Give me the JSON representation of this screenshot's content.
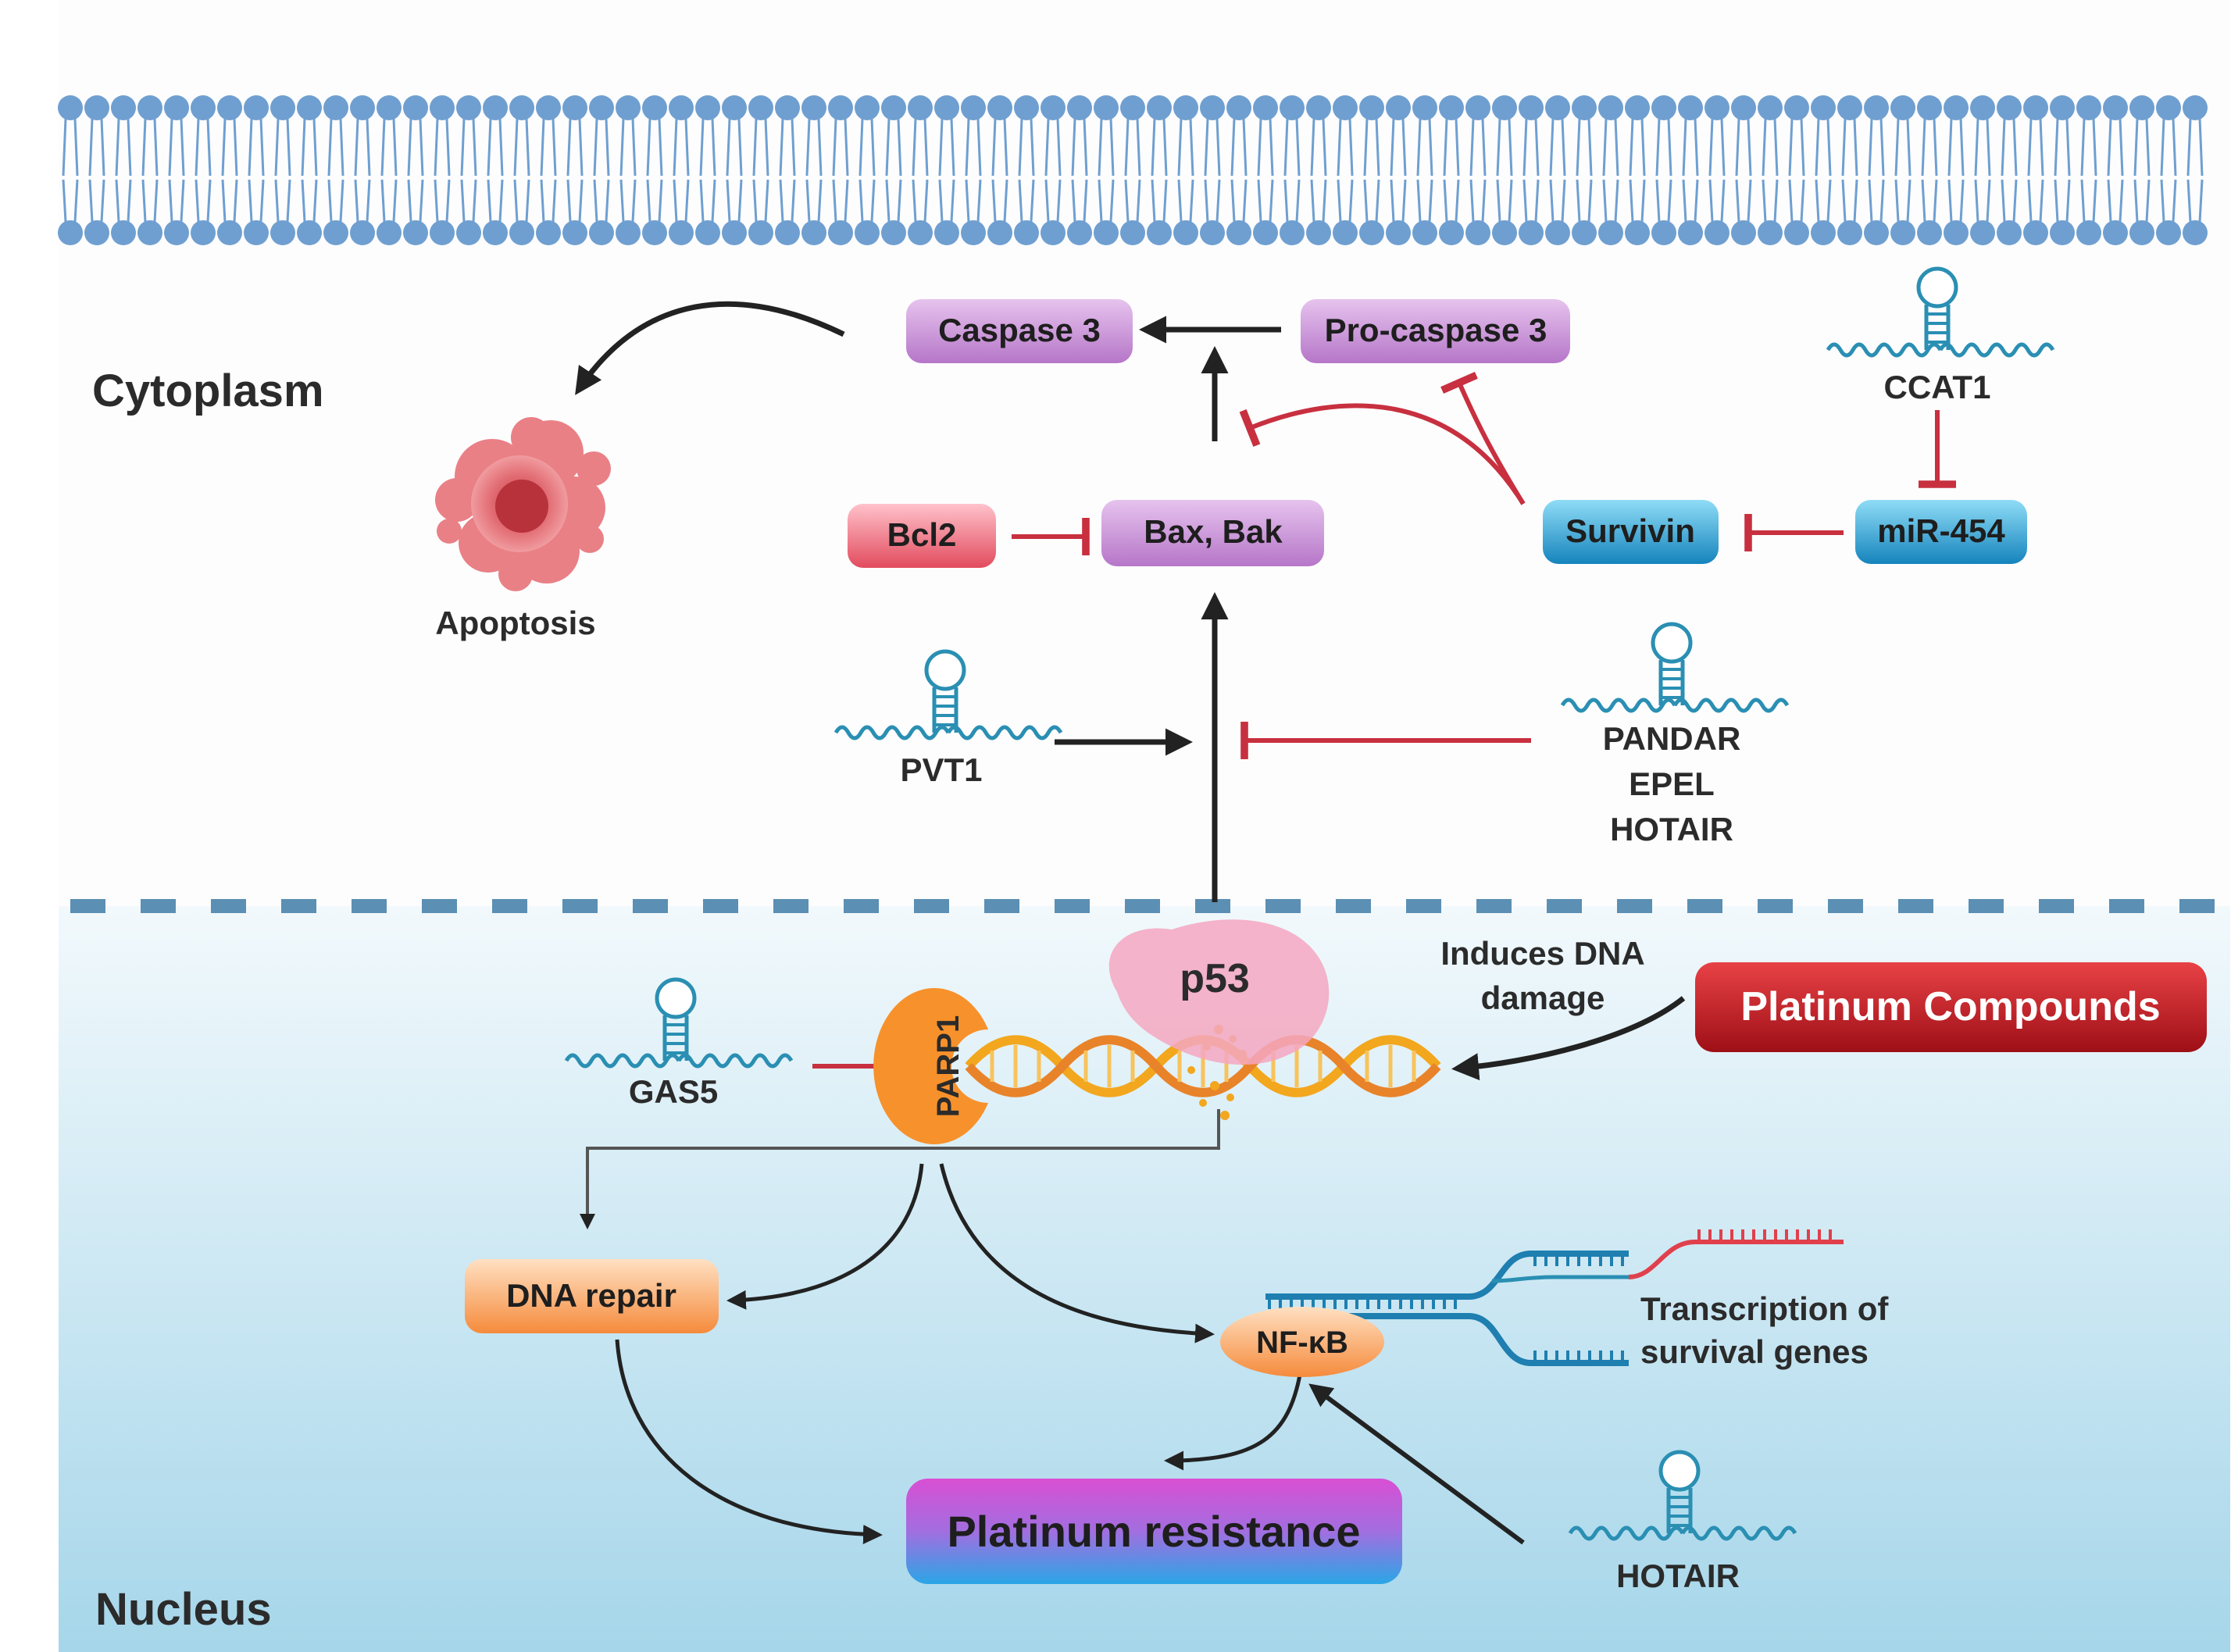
{
  "regions": {
    "cytoplasm": "Cytoplasm",
    "nucleus": "Nucleus"
  },
  "nodes": {
    "caspase3": "Caspase 3",
    "procaspase3": "Pro-caspase 3",
    "bcl2": "Bcl2",
    "baxbak": "Bax, Bak",
    "survivin": "Survivin",
    "mir454": "miR-454",
    "dna_repair": "DNA repair",
    "nfkb": "NF-κB",
    "platinum_compounds": "Platinum Compounds",
    "platinum_resistance": "Platinum resistance",
    "p53": "p53",
    "parp1": "PARP1"
  },
  "lncrnas": {
    "ccat1": "CCAT1",
    "pvt1": "PVT1",
    "pandar": "PANDAR",
    "epel": "EPEL",
    "hotair_top": "HOTAIR",
    "gas5": "GAS5",
    "hotair_bottom": "HOTAIR"
  },
  "labels": {
    "apoptosis": "Apoptosis",
    "induces_line1": "Induces DNA",
    "induces_line2": "damage",
    "transcription_line1": "Transcription of",
    "transcription_line2": "survival genes"
  },
  "colors": {
    "nucleus_bg": "#a9d8ea",
    "membrane": "#6f9fd0",
    "purple_pill": "#c98fd6",
    "red_pill": "#e24b5e",
    "blue_pill": "#1f9ed1",
    "orange_pill": "#f79a55",
    "inhibit": "#c8303f",
    "activate": "#222222",
    "rna": "#2a8fb3"
  }
}
